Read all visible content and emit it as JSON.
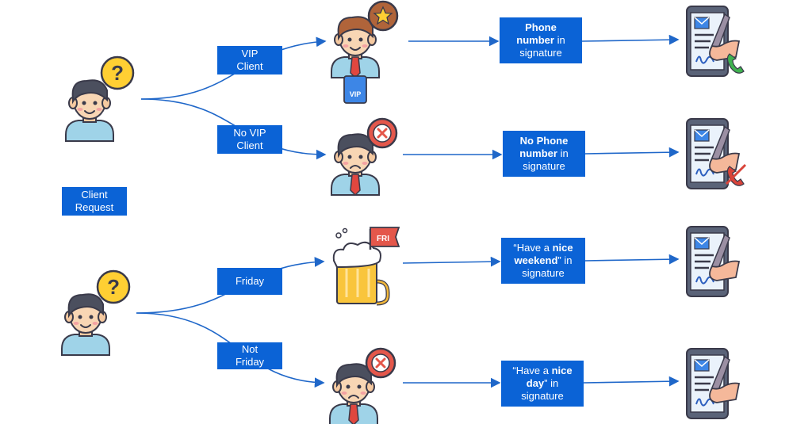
{
  "colors": {
    "box": "#0b63d6",
    "arrow": "#1f67c9"
  },
  "legend": {
    "label_line1": "Client",
    "label_line2": "Request"
  },
  "branches": [
    {
      "line1": "VIP",
      "line2": "Client"
    },
    {
      "line1": "No VIP",
      "line2": "Client"
    },
    {
      "line1": "Friday",
      "line2": ""
    },
    {
      "line1": "Not",
      "line2": "Friday"
    }
  ],
  "outcomes": [
    {
      "bold1": "Phone",
      "bold2": "number",
      "tail2": " in",
      "line3": "signature"
    },
    {
      "bold1": "No Phone",
      "bold2": "number",
      "tail2": " in",
      "line3": "signature"
    },
    {
      "pre1": "“Have a ",
      "bold1": "nice",
      "bold2": "weekend",
      "tail2": "” in",
      "line3": "signature"
    },
    {
      "pre1": "“Have a ",
      "bold1": "nice",
      "bold2": "day",
      "tail2": "”  in",
      "line3": "signature"
    }
  ],
  "icons": {
    "client": "client-question-icon",
    "vip": "vip-person-icon",
    "rejected": "rejected-person-icon",
    "beer": "beer-friday-icon",
    "phone": "phone-signature-icon",
    "vip_badge_text": "VIP",
    "fri_flag_text": "FRI"
  }
}
